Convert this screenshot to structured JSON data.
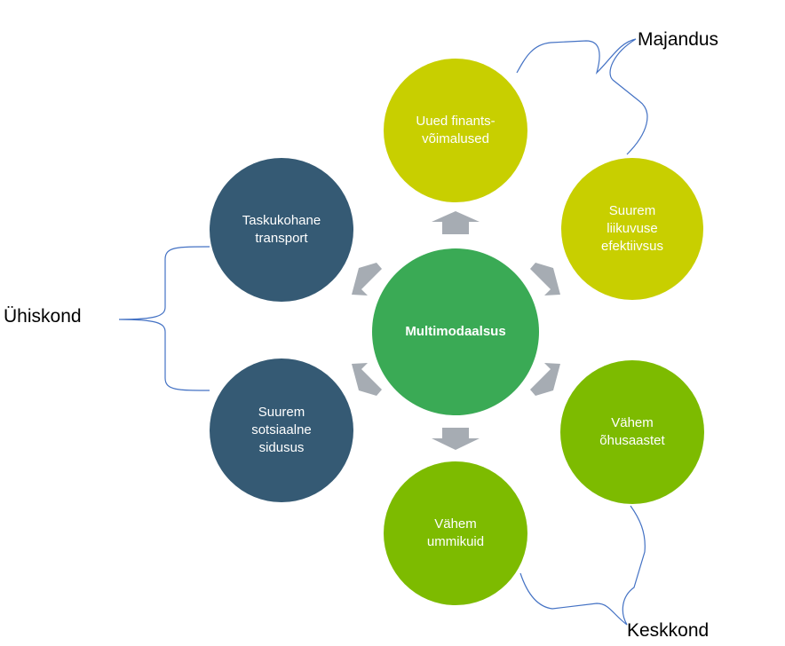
{
  "center": {
    "label": "Multimodaalsus",
    "color": "#3aaa55"
  },
  "nodes": {
    "top": {
      "label": "Uued finants-\nvõimalused",
      "color": "#c8cf00"
    },
    "upper_right": {
      "label": "Suurem\nliikuvuse\nefektiivsus",
      "color": "#c8cf00"
    },
    "lower_right": {
      "label": "Vähem\nõhusaastet",
      "color": "#7dbb00"
    },
    "bottom": {
      "label": "Vähem\nummikuid",
      "color": "#7dbb00"
    },
    "lower_left": {
      "label": "Suurem\nsotsiaalne\nsidusus",
      "color": "#355a74"
    },
    "upper_left": {
      "label": "Taskukohane\ntransport",
      "color": "#355a74"
    }
  },
  "groups": {
    "economy": "Majandus",
    "society": "Ühiskond",
    "environment": "Keskkond"
  },
  "colors": {
    "arrow": "#a6acb3",
    "brace": "#4472c4"
  }
}
